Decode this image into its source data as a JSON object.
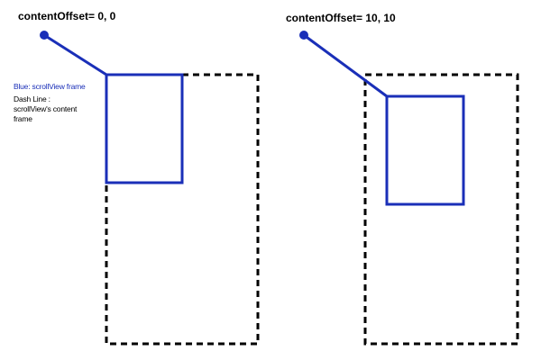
{
  "diagram": {
    "left_panel": {
      "title": "contentOffset= 0, 0"
    },
    "right_panel": {
      "title": "contentOffset= 10, 10"
    },
    "legend": {
      "blue_text": "Blue: scrollView frame",
      "dash_text": "Dash Line : scrollView's content frame"
    },
    "colors": {
      "frame_blue": "#1a2fb8",
      "dash_black": "#000000"
    }
  }
}
